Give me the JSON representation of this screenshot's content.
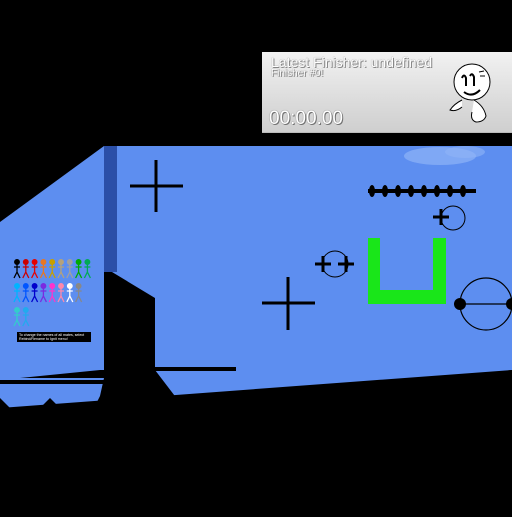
{
  "hud": {
    "finisher_label": "Latest Finisher: undefined",
    "finisher_count": "Finisher #0!",
    "timer": "00:00.00"
  },
  "level": {
    "info_text": "To change the names of all mates, select Rebind/Rename to Ignit menu!",
    "colors": {
      "sky_blue": "#5d8ef0",
      "wall_dark": "#2b4fa8",
      "hazard_black": "#000000",
      "goal_green": "#19e619",
      "cloud": "#8fb4f6"
    }
  },
  "roster": {
    "row1_colors": [
      "#000000",
      "#cc0000",
      "#e60000",
      "#e87722",
      "#c8a000",
      "#b5a27a",
      "#a0a0a0",
      "#00aa00",
      "#00aa55"
    ],
    "row2_colors": [
      "#00b4ff",
      "#0055ff",
      "#0000cc",
      "#7a2be0",
      "#ff33cc",
      "#ff88aa",
      "#ffffff",
      "#888888"
    ],
    "row3_colors": [
      "#33cccc",
      "#22aaee"
    ]
  }
}
